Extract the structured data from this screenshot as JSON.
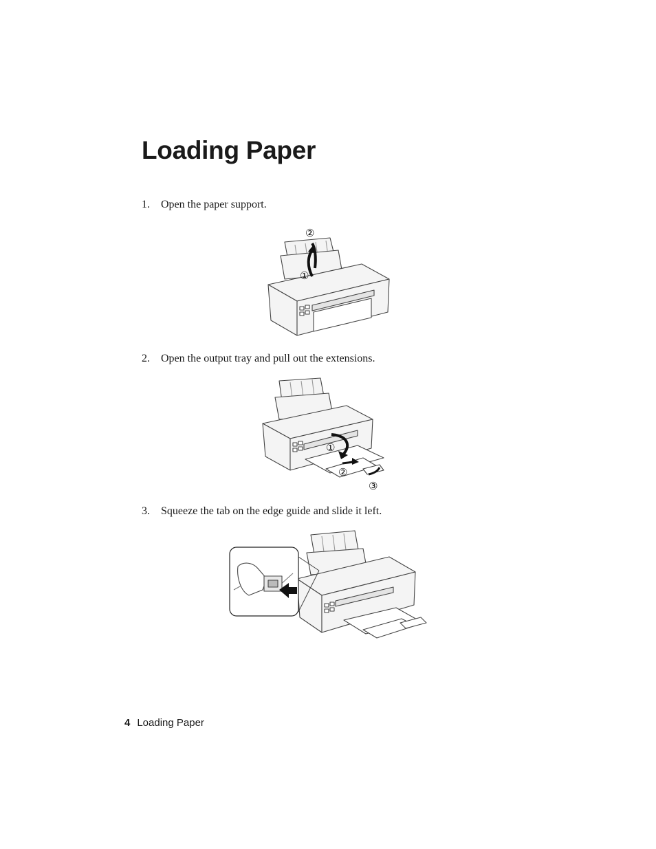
{
  "page": {
    "title": "Loading Paper",
    "steps": [
      {
        "number": "1.",
        "text": "Open the paper support."
      },
      {
        "number": "2.",
        "text": "Open the output tray and pull out the extensions."
      },
      {
        "number": "3.",
        "text": "Squeeze the tab on the edge guide and slide it left."
      }
    ],
    "callouts": {
      "fig1": [
        "①",
        "②"
      ],
      "fig2": [
        "①",
        "②",
        "③"
      ]
    },
    "footer": {
      "page_number": "4",
      "section": "Loading Paper"
    }
  }
}
